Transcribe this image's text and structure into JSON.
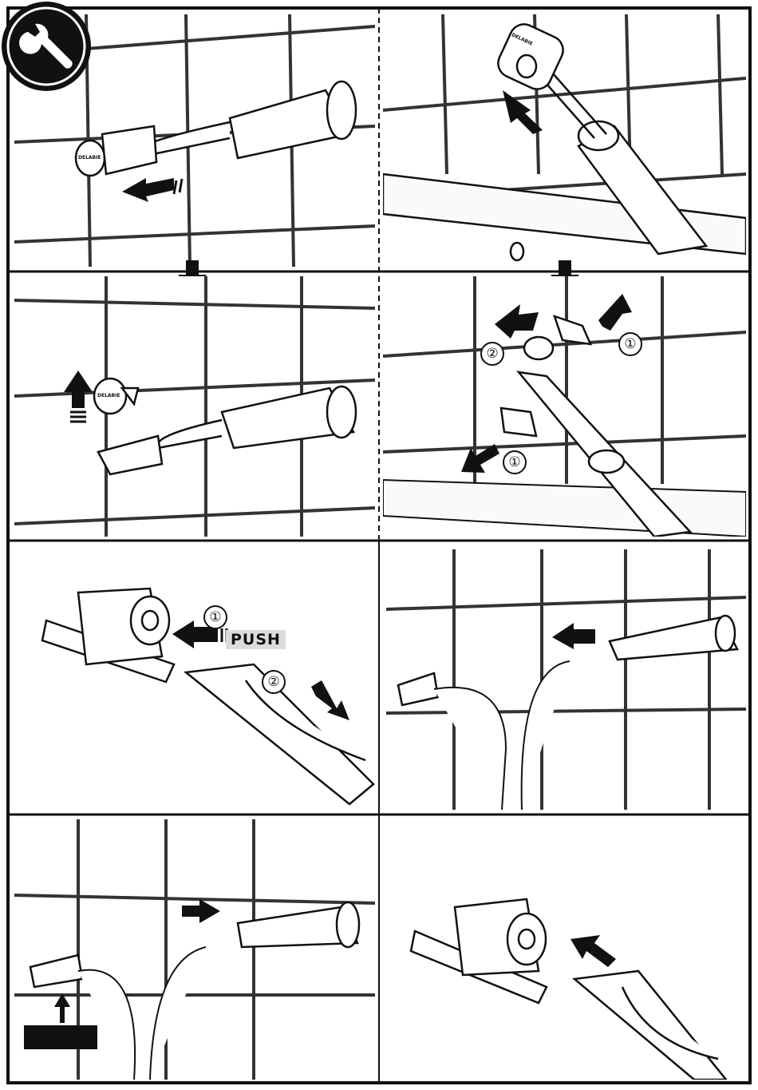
{
  "document": {
    "kind": "installation-instruction-sheet",
    "icon": "wrench-icon",
    "colors": {
      "ink": "#111111",
      "tile_line": "#2a2a2a",
      "tile_face": "#ffffff",
      "label_bg": "#dcdcdc",
      "black_box": "#111111"
    }
  },
  "steps": [
    {
      "id": "remove-cap",
      "brand_text": "DELABIE",
      "arrow": "pull-left"
    },
    {
      "id": "remove-cartridge",
      "brand_text": "DELABIE",
      "arrow": "pull-up"
    },
    {
      "id": "lift-cap",
      "brand_text": "DELABIE",
      "arrow": "up"
    },
    {
      "id": "split-housing",
      "numbers": [
        "①",
        "②",
        "①"
      ]
    },
    {
      "id": "disconnect-hose",
      "numbers": [
        "①",
        "②"
      ],
      "push_label": "PUSH"
    },
    {
      "id": "pull-out-hose",
      "arrow": "left"
    },
    {
      "id": "reinsert-hose",
      "arrow": "right"
    },
    {
      "id": "reconnect",
      "arrow": "up-left"
    }
  ]
}
